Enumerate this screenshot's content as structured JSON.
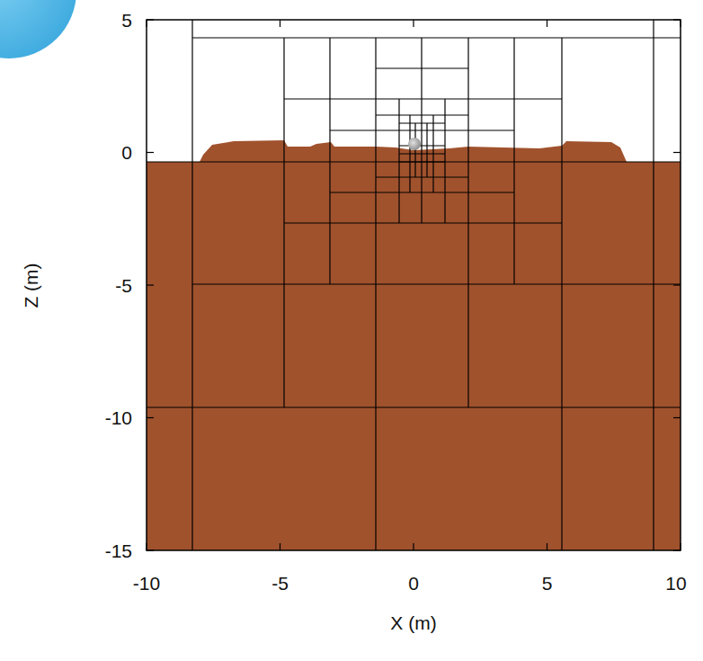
{
  "diagram": {
    "labels": [
      "5",
      "0",
      "-5",
      "-10",
      "-15",
      "-10",
      "-5",
      "0",
      "5",
      "10",
      "Z (m)",
      "X (m)"
    ]
  }
}
